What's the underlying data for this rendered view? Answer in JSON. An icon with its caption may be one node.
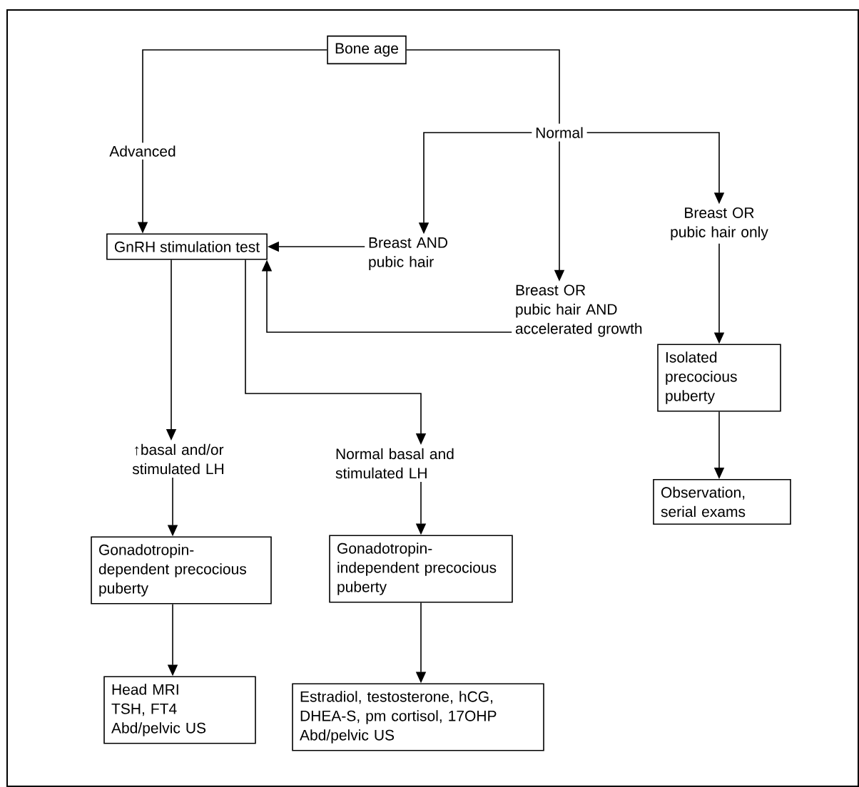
{
  "diagram": {
    "nodes": [
      {
        "text": [
          "Bone age"
        ]
      },
      {
        "text": [
          "Normal"
        ]
      },
      {
        "text": [
          "GnRH stimulation test"
        ]
      },
      {
        "text": [
          "Breast AND pubic hair"
        ]
      },
      {
        "text": [
          "Breast OR pubic hair AND accelerated growth"
        ]
      },
      {
        "text": [
          "Breast OR pubic hair only"
        ]
      },
      {
        "text": [
          "Isolated precocious puberty"
        ]
      },
      {
        "text": [
          "↑basal and/or stimulated LH"
        ]
      },
      {
        "text": [
          "Normal basal and stimulated LH"
        ]
      },
      {
        "text": [
          "Gonadotropin-dependent precocious puberty"
        ]
      },
      {
        "text": [
          "Gonadotropin-independent precocious puberty"
        ]
      },
      {
        "text": [
          "Observation, serial exams"
        ]
      },
      {
        "text": [
          "Head MRI",
          "TSH, FT4",
          "Abd/pelvic US"
        ]
      },
      {
        "text": [
          "Estradiol, testosterone, hCG, DHEA-S, pm cortisol, 17OHP",
          "Abd/pelvic US"
        ]
      }
    ],
    "edges": [
      {
        "from": 0,
        "to": 2,
        "arrow": "to",
        "label": "Advanced"
      },
      {
        "from": 0,
        "to": 1,
        "arrow": "none"
      },
      {
        "from": 1,
        "to": 3,
        "arrow": "to"
      },
      {
        "from": 1,
        "to": 4,
        "arrow": "to"
      },
      {
        "from": 1,
        "to": 5,
        "arrow": "to"
      },
      {
        "from": 3,
        "to": 2,
        "arrow": "to"
      },
      {
        "from": 4,
        "to": 2,
        "arrow": "to"
      },
      {
        "from": 2,
        "to": 7,
        "arrow": "to"
      },
      {
        "from": 2,
        "to": 8,
        "arrow": "to"
      },
      {
        "from": 5,
        "to": 6,
        "arrow": "to"
      },
      {
        "from": 6,
        "to": 11,
        "arrow": "to"
      },
      {
        "from": 7,
        "to": 9,
        "arrow": "to"
      },
      {
        "from": 8,
        "to": 10,
        "arrow": "to"
      },
      {
        "from": 9,
        "to": 12,
        "arrow": "to"
      },
      {
        "from": 10,
        "to": 13,
        "arrow": "to"
      }
    ]
  }
}
